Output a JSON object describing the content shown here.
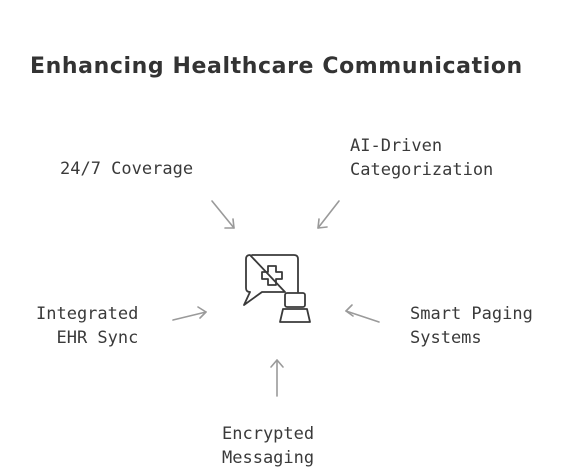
{
  "title": "Enhancing Healthcare Communication",
  "center_icon": "chat-medical-laptop-icon",
  "nodes": {
    "top_left": {
      "lines": [
        "24/7 Coverage"
      ]
    },
    "top_right": {
      "lines": [
        "AI-Driven",
        "Categorization"
      ]
    },
    "left": {
      "lines": [
        "Integrated",
        "EHR Sync"
      ]
    },
    "right": {
      "lines": [
        "Smart Paging",
        "Systems"
      ]
    },
    "bottom": {
      "lines": [
        "Encrypted",
        "Messaging"
      ]
    }
  },
  "colors": {
    "text": "#3a3a3a",
    "arrow": "#9a9a9a",
    "icon": "#3a3a3a"
  }
}
